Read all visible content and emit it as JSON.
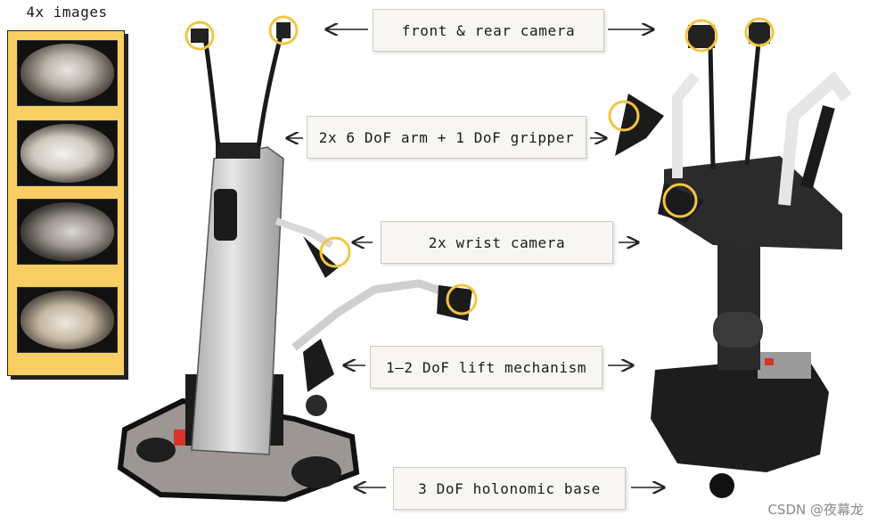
{
  "images_panel": {
    "title": "4x images",
    "count": 4
  },
  "labels": {
    "camera": "front & rear camera",
    "arm": "2x 6 DoF arm + 1 DoF gripper",
    "wrist": "2x wrist camera",
    "lift": "1–2 DoF lift mechanism",
    "base": "3 DoF holonomic base"
  },
  "watermark": "CSDN @夜幕龙",
  "colors": {
    "panel_fill": "#f9cf63",
    "highlight_ring": "#f4c542",
    "label_fill": "#f7f6f3",
    "robot_body": "#c9c9c9",
    "robot_dark": "#1c1c1c"
  }
}
